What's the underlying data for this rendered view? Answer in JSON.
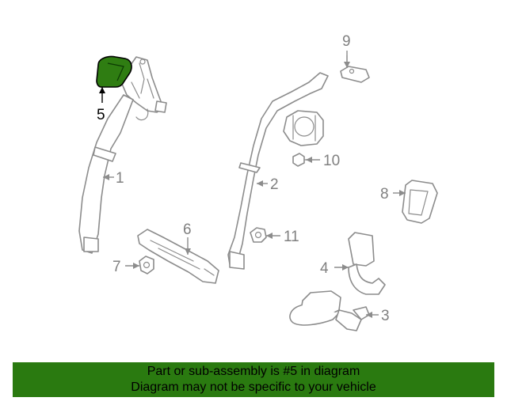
{
  "diagram": {
    "callouts": {
      "c1": "1",
      "c2": "2",
      "c3": "3",
      "c4": "4",
      "c5": "5",
      "c6": "6",
      "c7": "7",
      "c8": "8",
      "c9": "9",
      "c10": "10",
      "c11": "11"
    },
    "highlight_part": "5",
    "colors": {
      "highlight_fill": "#2f7d12",
      "highlight_outline": "#000000",
      "line": "#8c8c8c",
      "banner_bg": "#2a7a10"
    }
  },
  "banner": {
    "line1": "Part or sub-assembly is #5 in diagram",
    "line2": "Diagram may not be specific to your vehicle"
  }
}
